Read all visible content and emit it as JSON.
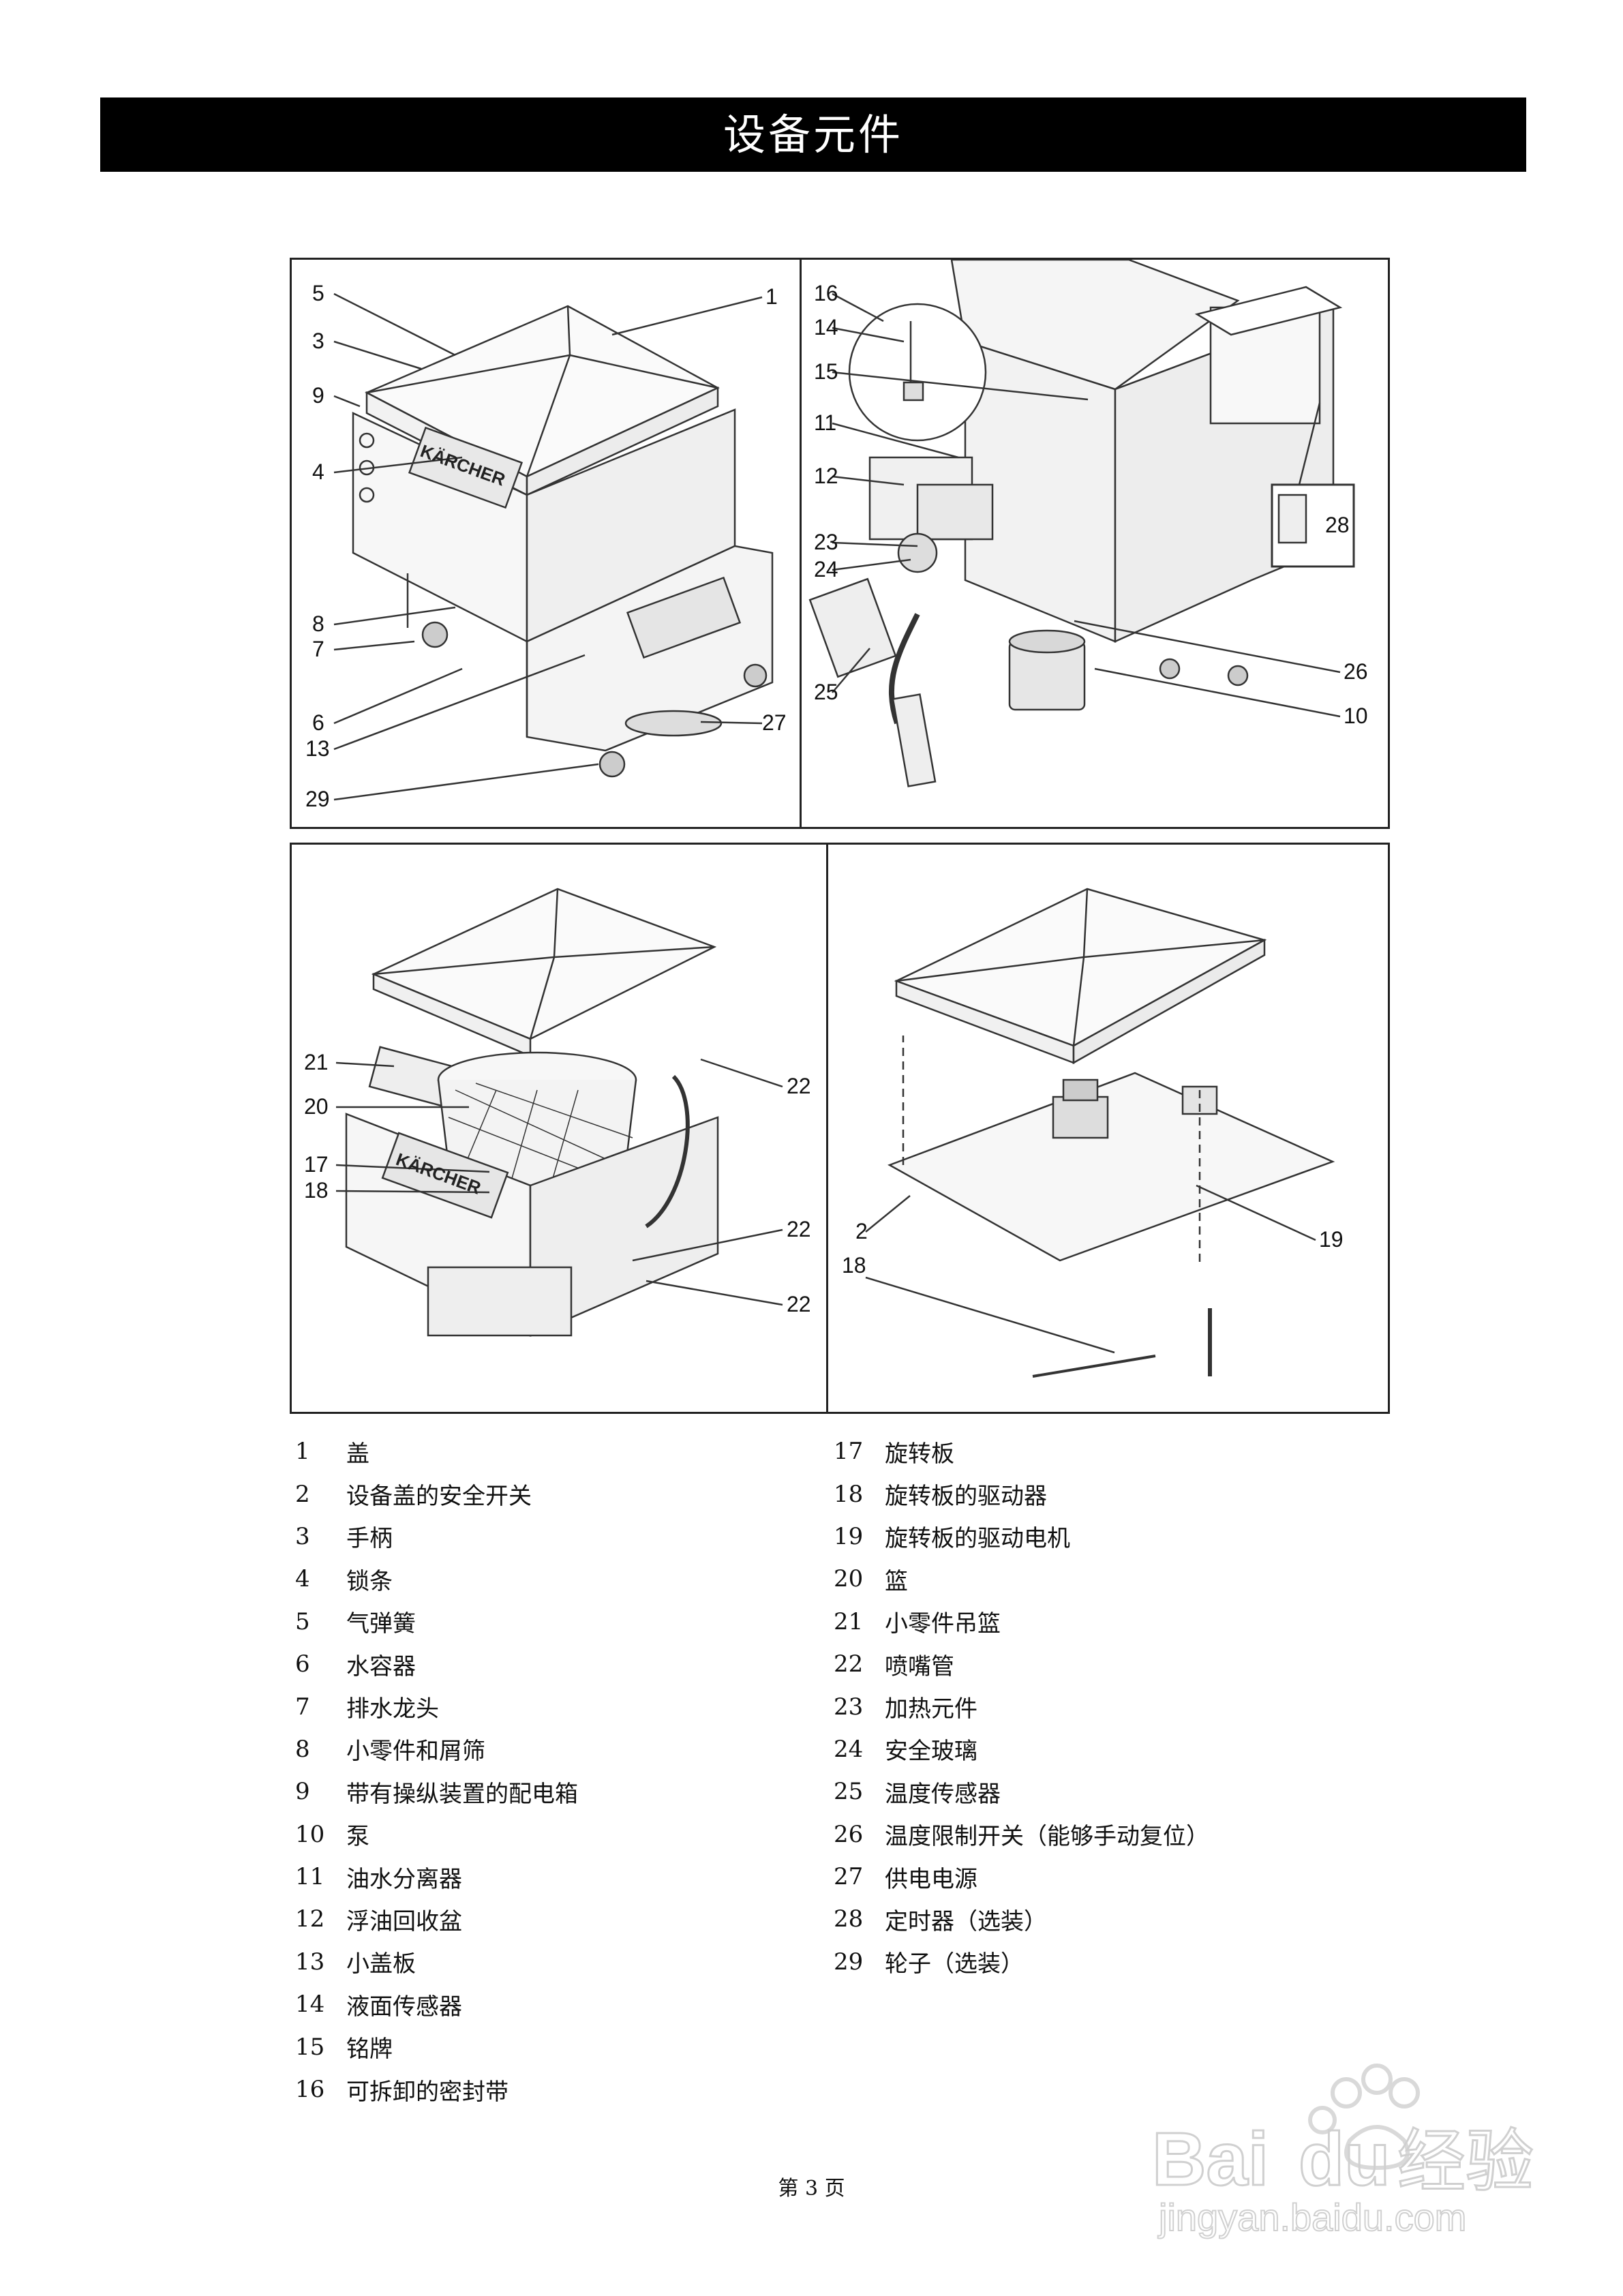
{
  "header": {
    "title": "设备元件"
  },
  "figures": {
    "fig1": {
      "labels": {
        "l5": "5",
        "l3": "3",
        "l9": "9",
        "l4": "4",
        "l8": "8",
        "l7": "7",
        "l6": "6",
        "l13": "13",
        "l29": "29",
        "l1": "1",
        "l27": "27",
        "brand": "KÄRCHER"
      }
    },
    "fig2": {
      "labels": {
        "l16": "16",
        "l14": "14",
        "l15": "15",
        "l11": "11",
        "l12": "12",
        "l23": "23",
        "l24": "24",
        "l25": "25",
        "l26": "26",
        "l10": "10",
        "l28": "28"
      }
    },
    "fig3": {
      "labels": {
        "l21": "21",
        "l20": "20",
        "l17": "17",
        "l18": "18",
        "l22a": "22",
        "l22b": "22",
        "l22c": "22",
        "brand": "KÄRCHER"
      }
    },
    "fig4": {
      "labels": {
        "l2": "2",
        "l18": "18",
        "l19": "19"
      }
    }
  },
  "parts_left": [
    {
      "num": "1",
      "name": "盖"
    },
    {
      "num": "2",
      "name": "设备盖的安全开关"
    },
    {
      "num": "3",
      "name": "手柄"
    },
    {
      "num": "4",
      "name": "锁条"
    },
    {
      "num": "5",
      "name": "气弹簧"
    },
    {
      "num": "6",
      "name": "水容器"
    },
    {
      "num": "7",
      "name": "排水龙头"
    },
    {
      "num": "8",
      "name": "小零件和屑筛"
    },
    {
      "num": "9",
      "name": "带有操纵装置的配电箱"
    },
    {
      "num": "10",
      "name": "泵"
    },
    {
      "num": "11",
      "name": "油水分离器"
    },
    {
      "num": "12",
      "name": "浮油回收盆"
    },
    {
      "num": "13",
      "name": "小盖板"
    },
    {
      "num": "14",
      "name": "液面传感器"
    },
    {
      "num": "15",
      "name": "铭牌"
    },
    {
      "num": "16",
      "name": "可拆卸的密封带"
    }
  ],
  "parts_right": [
    {
      "num": "17",
      "name": "旋转板"
    },
    {
      "num": "18",
      "name": "旋转板的驱动器"
    },
    {
      "num": "19",
      "name": "旋转板的驱动电机"
    },
    {
      "num": "20",
      "name": "篮"
    },
    {
      "num": "21",
      "name": "小零件吊篮"
    },
    {
      "num": "22",
      "name": "喷嘴管"
    },
    {
      "num": "23",
      "name": "加热元件"
    },
    {
      "num": "24",
      "name": "安全玻璃"
    },
    {
      "num": "25",
      "name": "温度传感器"
    },
    {
      "num": "26",
      "name": "温度限制开关（能够手动复位）"
    },
    {
      "num": "27",
      "name": "供电电源"
    },
    {
      "num": "28",
      "name": "定时器（选装）"
    },
    {
      "num": "29",
      "name": "轮子（选装）"
    }
  ],
  "footer": {
    "page": "第 3 页"
  },
  "watermark": {
    "brand": "Bai",
    "brand2": "du",
    "cn": "经验",
    "url": "jingyan.baidu.com"
  }
}
